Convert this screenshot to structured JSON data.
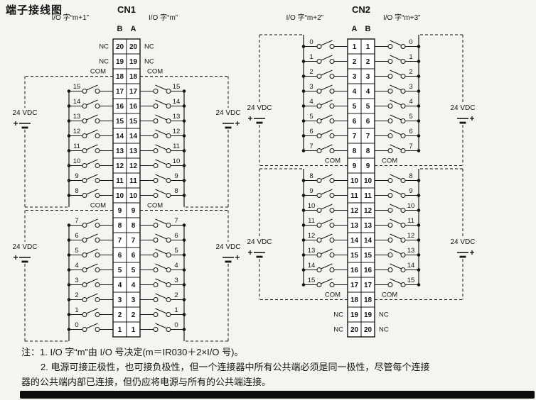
{
  "title": "端子接线图",
  "supply": {
    "label": "24 VDC",
    "plus": "+"
  },
  "colors": {
    "ink": "#161616",
    "paper": "#f5f4f0"
  },
  "notes": [
    "注：1. I/O 字“m”由 I/O 号决定(m＝IR030＋2×I/O 号)。",
    "2. 电源可接正极性，也可接负极性，但一个连接器中所有公共端必须是同一极性，尽管每个连接",
    "器的公共端内部已连接，但仍应将电源与所有的公共端连接。"
  ],
  "connectors": [
    {
      "name": "CN1",
      "col_headers": [
        "B",
        "A"
      ],
      "left_label": "I/O 字“m+1”",
      "right_label": "I/O 字“m”",
      "rows": [
        {
          "t": "20",
          "label": "NC",
          "type": "nc"
        },
        {
          "t": "19",
          "label": "NC",
          "type": "nc"
        },
        {
          "t": "18",
          "label": "COM",
          "type": "com"
        },
        {
          "t": "17",
          "label": "15",
          "type": "io"
        },
        {
          "t": "16",
          "label": "14",
          "type": "io"
        },
        {
          "t": "15",
          "label": "13",
          "type": "io"
        },
        {
          "t": "14",
          "label": "12",
          "type": "io"
        },
        {
          "t": "13",
          "label": "11",
          "type": "io"
        },
        {
          "t": "12",
          "label": "10",
          "type": "io"
        },
        {
          "t": "11",
          "label": "9",
          "type": "io"
        },
        {
          "t": "10",
          "label": "8",
          "type": "io"
        },
        {
          "t": "9",
          "label": "COM",
          "type": "com"
        },
        {
          "t": "8",
          "label": "7",
          "type": "io"
        },
        {
          "t": "7",
          "label": "6",
          "type": "io"
        },
        {
          "t": "6",
          "label": "5",
          "type": "io"
        },
        {
          "t": "5",
          "label": "4",
          "type": "io"
        },
        {
          "t": "4",
          "label": "3",
          "type": "io"
        },
        {
          "t": "3",
          "label": "2",
          "type": "io"
        },
        {
          "t": "2",
          "label": "1",
          "type": "io"
        },
        {
          "t": "1",
          "label": "0",
          "type": "io"
        }
      ],
      "groups": [
        {
          "com": 2,
          "a": 3,
          "b": 10,
          "loop": "after"
        },
        {
          "com": 11,
          "a": 12,
          "b": 19,
          "loop": "after"
        }
      ]
    },
    {
      "name": "CN2",
      "col_headers": [
        "A",
        "B"
      ],
      "left_label": "I/O 字“m+2”",
      "right_label": "I/O 字“m+3”",
      "rows": [
        {
          "t": "1",
          "label": "0",
          "type": "io"
        },
        {
          "t": "2",
          "label": "1",
          "type": "io"
        },
        {
          "t": "3",
          "label": "2",
          "type": "io"
        },
        {
          "t": "4",
          "label": "3",
          "type": "io"
        },
        {
          "t": "5",
          "label": "4",
          "type": "io"
        },
        {
          "t": "6",
          "label": "5",
          "type": "io"
        },
        {
          "t": "7",
          "label": "6",
          "type": "io"
        },
        {
          "t": "8",
          "label": "7",
          "type": "io"
        },
        {
          "t": "9",
          "label": "COM",
          "type": "com"
        },
        {
          "t": "10",
          "label": "8",
          "type": "io"
        },
        {
          "t": "11",
          "label": "9",
          "type": "io"
        },
        {
          "t": "12",
          "label": "10",
          "type": "io"
        },
        {
          "t": "13",
          "label": "11",
          "type": "io"
        },
        {
          "t": "14",
          "label": "12",
          "type": "io"
        },
        {
          "t": "15",
          "label": "13",
          "type": "io"
        },
        {
          "t": "16",
          "label": "14",
          "type": "io"
        },
        {
          "t": "17",
          "label": "15",
          "type": "io"
        },
        {
          "t": "18",
          "label": "COM",
          "type": "com"
        },
        {
          "t": "19",
          "label": "NC",
          "type": "nc"
        },
        {
          "t": "20",
          "label": "NC",
          "type": "nc"
        }
      ],
      "groups": [
        {
          "com": 8,
          "a": 0,
          "b": 7,
          "loop": "before"
        },
        {
          "com": 17,
          "a": 9,
          "b": 16,
          "loop": "before"
        }
      ]
    }
  ]
}
